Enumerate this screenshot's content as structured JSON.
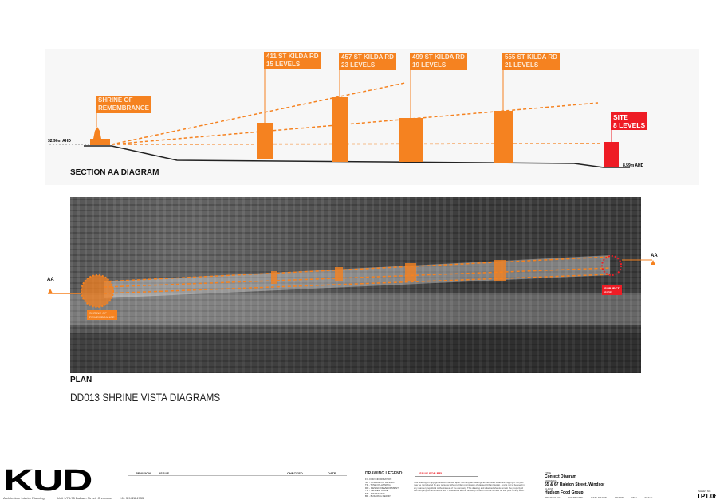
{
  "section": {
    "title": "SECTION AA DIAGRAM",
    "shrine_label": "SHRINE OF\nREMEMBRANCE",
    "shrine_level": "32.90m AHD",
    "site_level": "8.59m AHD",
    "buildings": [
      {
        "label": "411 ST KILDA RD\n15 LEVELS"
      },
      {
        "label": "457 ST KILDA RD\n23 LEVELS"
      },
      {
        "label": "499 ST KILDA RD\n19 LEVELS"
      },
      {
        "label": "555 ST KILDA RD\n21 LEVELS"
      }
    ],
    "site_label": "SITE\n8 LEVELS"
  },
  "plan": {
    "title": "PLAN",
    "aa_left": "AA",
    "aa_right": "AA",
    "shrine_label": "SHRINE OF\nREMEMBRANCE",
    "site_label": "SUBJECT\nSITE"
  },
  "sheet_title": "DD013 SHRINE VISTA DIAGRAMS",
  "titleblock": {
    "logo": "KUD",
    "firm": "Architecture Interior Planning",
    "address": "Unit 1/73-75 Balham Street, Cremorne",
    "phone": "+61 3 9428 4733",
    "revision_header": "REVISION",
    "issue_header": "ISSUE",
    "checked_header": "CHECKED",
    "date_header": "DATE",
    "legend_title": "DRAWING LEGEND:",
    "legend": [
      "FI - FOR INFORMATION",
      "SK - SCHEMATIC DESIGN",
      "TP - TOWN PLANNING",
      "DD - DESIGN DEVELOPMENT",
      "TD - TENDER ISSUE",
      "MK - MARKETING",
      "BP - BUILDING PERMIT"
    ],
    "issue_status": "ISSUE FOR RFI",
    "copyright": "This drawing is copyright and confidential apart from any fair dealings as permitted under the copyright. No part may be reproduced by any persons without written permission of Hansen Urban Design, and is not to be used in any manner prejudicial to the interest of the company. This drawing and attached sheets remain the property of the company. All dimensions are in millimetres and all drawing content must be verified on site prior to any work.",
    "title_label": "TITLE",
    "title": "Context Diagram",
    "address_label": "ADDRESS",
    "project_address": "65 & 67 Raleigh Street, Windsor",
    "client_label": "CLIENT",
    "client": "Hudson Food Group",
    "fields": [
      "PROJECT NO.",
      "START DATE",
      "DATE DRAWN",
      "DRAWN",
      "REV",
      "SCALE"
    ],
    "sheet_label": "SHEET NO.",
    "sheet_no": "TP1.06"
  }
}
